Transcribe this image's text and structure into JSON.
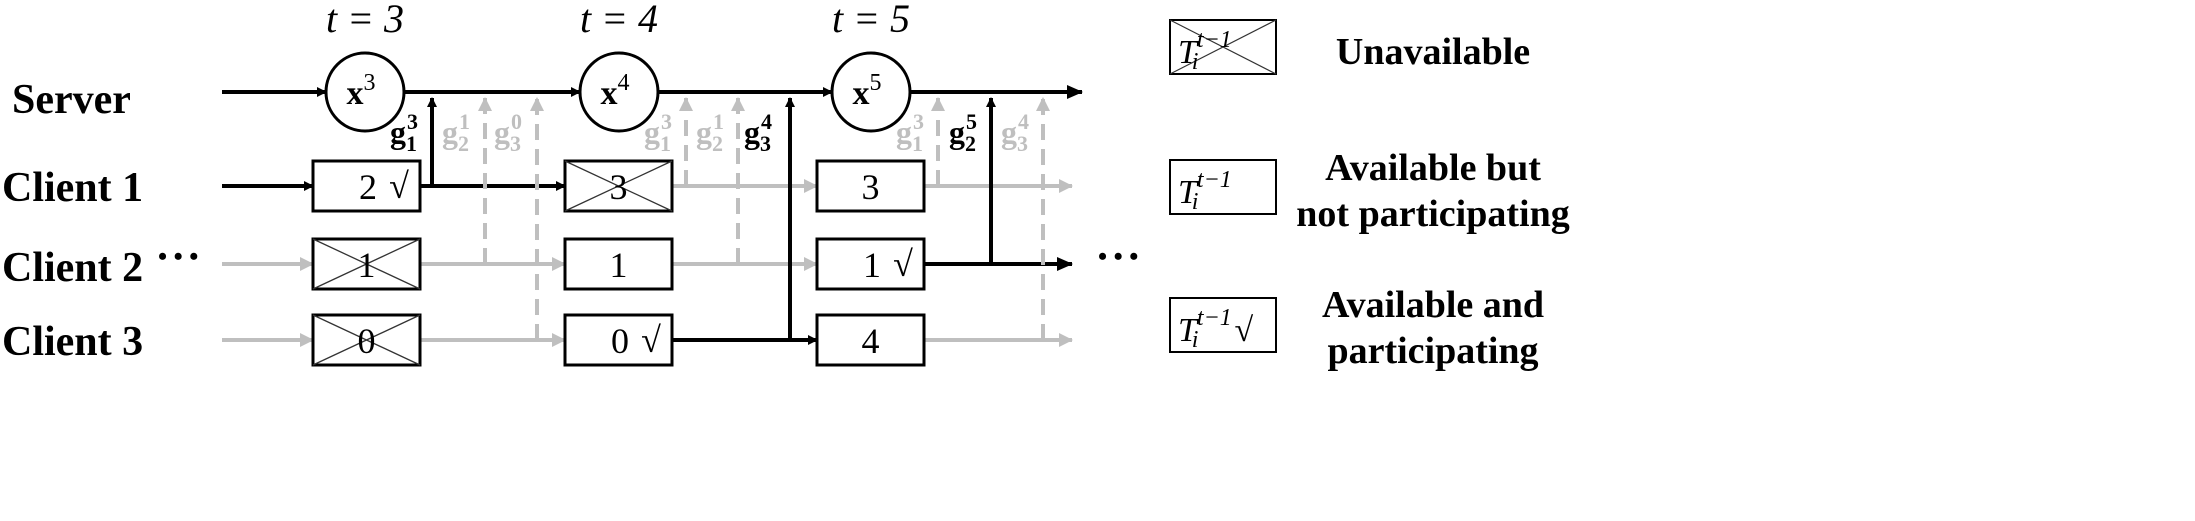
{
  "rows": {
    "server": "Server",
    "client1": "Client 1",
    "client2": "Client 2",
    "client3": "Client 3"
  },
  "ellipsis": "• • •",
  "rounds": [
    {
      "t_label": "t = 3",
      "model_base": "x",
      "model_sup": "3"
    },
    {
      "t_label": "t = 4",
      "model_base": "x",
      "model_sup": "4"
    },
    {
      "t_label": "t = 5",
      "model_base": "x",
      "model_sup": "5"
    }
  ],
  "cells": {
    "r3": [
      {
        "value": "2",
        "status": "participating"
      },
      {
        "value": "1",
        "status": "unavailable"
      },
      {
        "value": "0",
        "status": "unavailable"
      }
    ],
    "r4": [
      {
        "value": "3",
        "status": "unavailable"
      },
      {
        "value": "1",
        "status": "available"
      },
      {
        "value": "0",
        "status": "participating"
      }
    ],
    "r5": [
      {
        "value": "3",
        "status": "available"
      },
      {
        "value": "1",
        "status": "participating"
      },
      {
        "value": "4",
        "status": "available"
      }
    ]
  },
  "check": "√",
  "gradients": [
    {
      "base": "g",
      "sub": "1",
      "sup": "3",
      "state": "active"
    },
    {
      "base": "g",
      "sub": "2",
      "sup": "1",
      "state": "stale"
    },
    {
      "base": "g",
      "sub": "3",
      "sup": "0",
      "state": "stale"
    },
    {
      "base": "g",
      "sub": "1",
      "sup": "3",
      "state": "stale"
    },
    {
      "base": "g",
      "sub": "2",
      "sup": "1",
      "state": "stale"
    },
    {
      "base": "g",
      "sub": "3",
      "sup": "4",
      "state": "active"
    },
    {
      "base": "g",
      "sub": "1",
      "sup": "3",
      "state": "stale"
    },
    {
      "base": "g",
      "sub": "2",
      "sup": "5",
      "state": "active"
    },
    {
      "base": "g",
      "sub": "3",
      "sup": "4",
      "state": "stale"
    }
  ],
  "legend": [
    {
      "symbol_base": "T",
      "symbol_sub": "i",
      "symbol_sup": "t−1",
      "mark": "",
      "crossed": true,
      "label_lines": [
        "Unavailable"
      ]
    },
    {
      "symbol_base": "T",
      "symbol_sub": "i",
      "symbol_sup": "t−1",
      "mark": "",
      "crossed": false,
      "label_lines": [
        "Available but",
        "not participating"
      ]
    },
    {
      "symbol_base": "T",
      "symbol_sub": "i",
      "symbol_sup": "t−1",
      "mark": "√",
      "crossed": false,
      "label_lines": [
        "Available and",
        "participating"
      ]
    }
  ],
  "colors": {
    "active": "#000000",
    "inactive": "#bfbfbf"
  }
}
